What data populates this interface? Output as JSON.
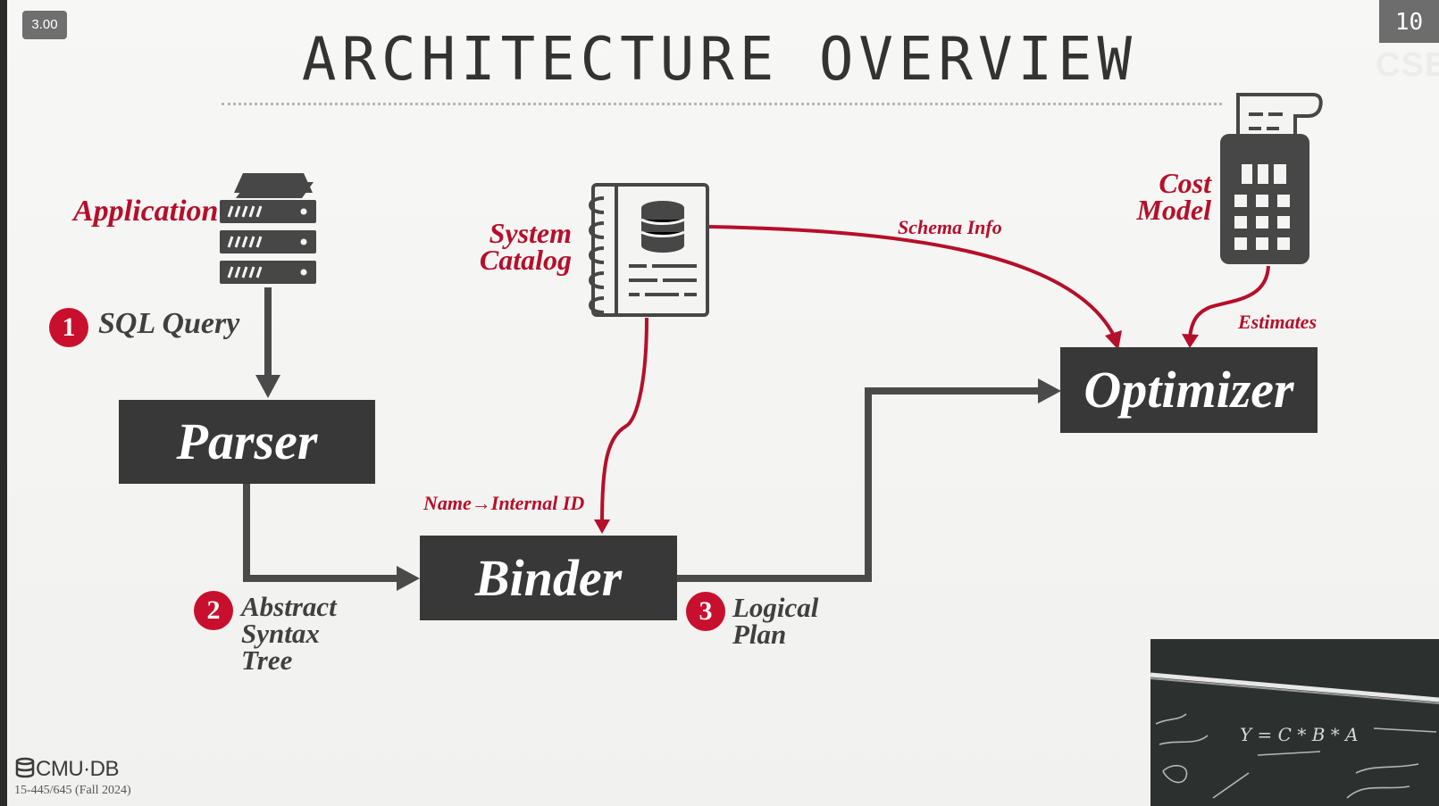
{
  "overlay": {
    "speed_badge": "3.00",
    "slide_number": "10",
    "corner_tag": "CSE"
  },
  "slide": {
    "title": "ARCHITECTURE OVERVIEW"
  },
  "nodes": {
    "parser": "Parser",
    "binder": "Binder",
    "optimizer": "Optimizer"
  },
  "labels": {
    "application": "Application",
    "system_catalog": "System\nCatalog",
    "cost_model": "Cost\nModel",
    "schema_info": "Schema Info",
    "estimates": "Estimates",
    "name_internal_id": "Name→Internal ID"
  },
  "steps": [
    {
      "number": "1",
      "label": "SQL Query"
    },
    {
      "number": "2",
      "label": "Abstract\nSyntax\nTree"
    },
    {
      "number": "3",
      "label": "Logical\nPlan"
    }
  ],
  "footer": {
    "logo_text": "CMU·DB",
    "course": "15-445/645 (Fall 2024)"
  },
  "webcam": {
    "board_text": "Y = C * B * A"
  },
  "colors": {
    "accent_red": "#b50f2b",
    "box_dark": "#383838",
    "arrow_gray": "#4a4a4a"
  },
  "icons": [
    "server-icon",
    "catalog-notebook-icon",
    "database-icon",
    "calculator-icon"
  ]
}
